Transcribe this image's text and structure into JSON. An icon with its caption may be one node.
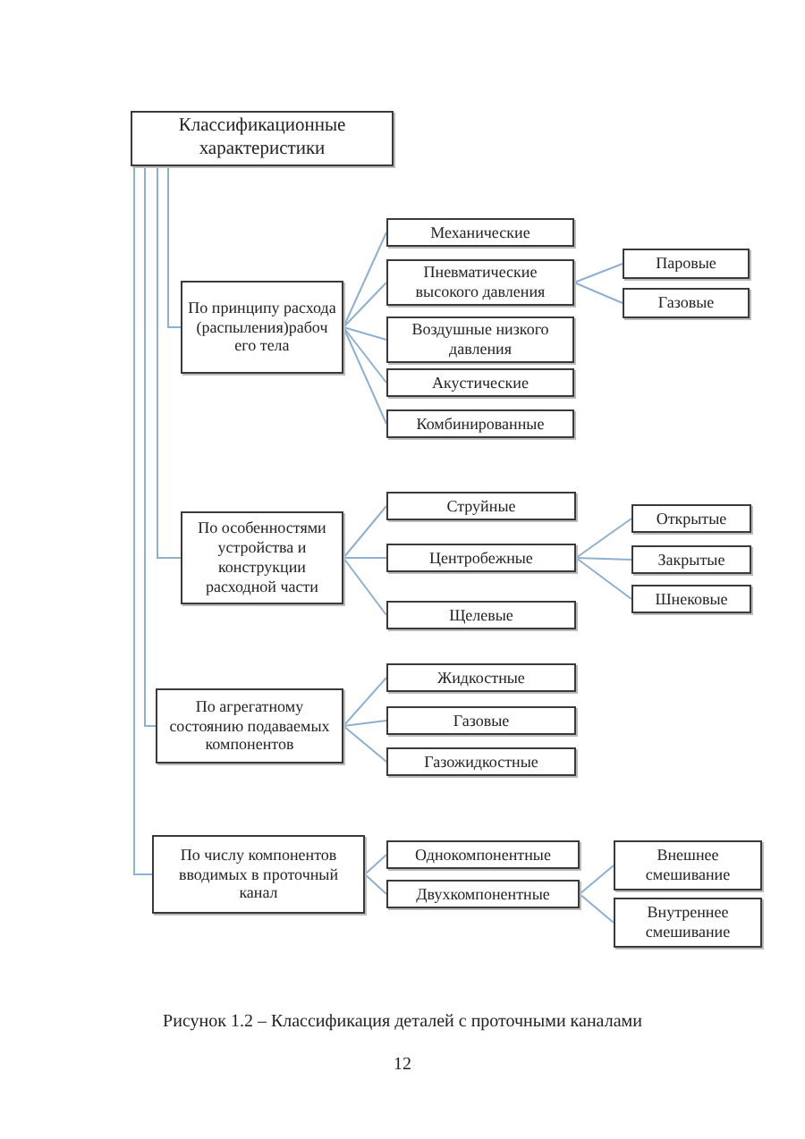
{
  "diagram": {
    "caption": "Рисунок 1.2  – Классификация деталей с проточными каналами",
    "nodes": [
      {
        "text": [
          "Классификационные характеристики"
        ]
      },
      {
        "text": [
          "По принципу расхода (распыления)рабоч его тела"
        ]
      },
      {
        "text": [
          "Механические"
        ]
      },
      {
        "text": [
          "Пневматические высокого давления"
        ]
      },
      {
        "text": [
          "Воздушные низкого давления"
        ]
      },
      {
        "text": [
          "Акустические"
        ]
      },
      {
        "text": [
          "Комбинированные"
        ]
      },
      {
        "text": [
          "Паровые"
        ]
      },
      {
        "text": [
          "Газовые"
        ]
      },
      {
        "text": [
          "По особенностями устройства и конструкции расходной части"
        ]
      },
      {
        "text": [
          "Струйные"
        ]
      },
      {
        "text": [
          "Центробежные"
        ]
      },
      {
        "text": [
          "Щелевые"
        ]
      },
      {
        "text": [
          "Открытые"
        ]
      },
      {
        "text": [
          "Закрытые"
        ]
      },
      {
        "text": [
          "Шнековые"
        ]
      },
      {
        "text": [
          "По агрегатному состоянию подаваемых компонентов"
        ]
      },
      {
        "text": [
          "Жидкостные"
        ]
      },
      {
        "text": [
          "Газовые"
        ]
      },
      {
        "text": [
          "Газожидкостные"
        ]
      },
      {
        "text": [
          "По числу компонентов вводимых в проточный канал"
        ]
      },
      {
        "text": [
          "Однокомпонентные"
        ]
      },
      {
        "text": [
          "Двухкомпонентные"
        ]
      },
      {
        "text": [
          "Внешнее смешивание"
        ]
      },
      {
        "text": [
          "Внутреннее смешивание"
        ]
      }
    ],
    "edges": [
      {
        "from": 0,
        "to": 1,
        "arrow": "none"
      },
      {
        "from": 0,
        "to": 9,
        "arrow": "none"
      },
      {
        "from": 0,
        "to": 16,
        "arrow": "none"
      },
      {
        "from": 0,
        "to": 20,
        "arrow": "none"
      },
      {
        "from": 1,
        "to": 2,
        "arrow": "none"
      },
      {
        "from": 1,
        "to": 3,
        "arrow": "none"
      },
      {
        "from": 1,
        "to": 4,
        "arrow": "none"
      },
      {
        "from": 1,
        "to": 5,
        "arrow": "none"
      },
      {
        "from": 1,
        "to": 6,
        "arrow": "none"
      },
      {
        "from": 3,
        "to": 7,
        "arrow": "none"
      },
      {
        "from": 3,
        "to": 8,
        "arrow": "none"
      },
      {
        "from": 9,
        "to": 10,
        "arrow": "none"
      },
      {
        "from": 9,
        "to": 11,
        "arrow": "none"
      },
      {
        "from": 9,
        "to": 12,
        "arrow": "none"
      },
      {
        "from": 11,
        "to": 13,
        "arrow": "none"
      },
      {
        "from": 11,
        "to": 14,
        "arrow": "none"
      },
      {
        "from": 11,
        "to": 15,
        "arrow": "none"
      },
      {
        "from": 16,
        "to": 17,
        "arrow": "none"
      },
      {
        "from": 16,
        "to": 18,
        "arrow": "none"
      },
      {
        "from": 16,
        "to": 19,
        "arrow": "none"
      },
      {
        "from": 20,
        "to": 21,
        "arrow": "none"
      },
      {
        "from": 20,
        "to": 22,
        "arrow": "none"
      },
      {
        "from": 22,
        "to": 23,
        "arrow": "none"
      },
      {
        "from": 22,
        "to": 24,
        "arrow": "none"
      }
    ],
    "labels": [
      "12"
    ]
  }
}
